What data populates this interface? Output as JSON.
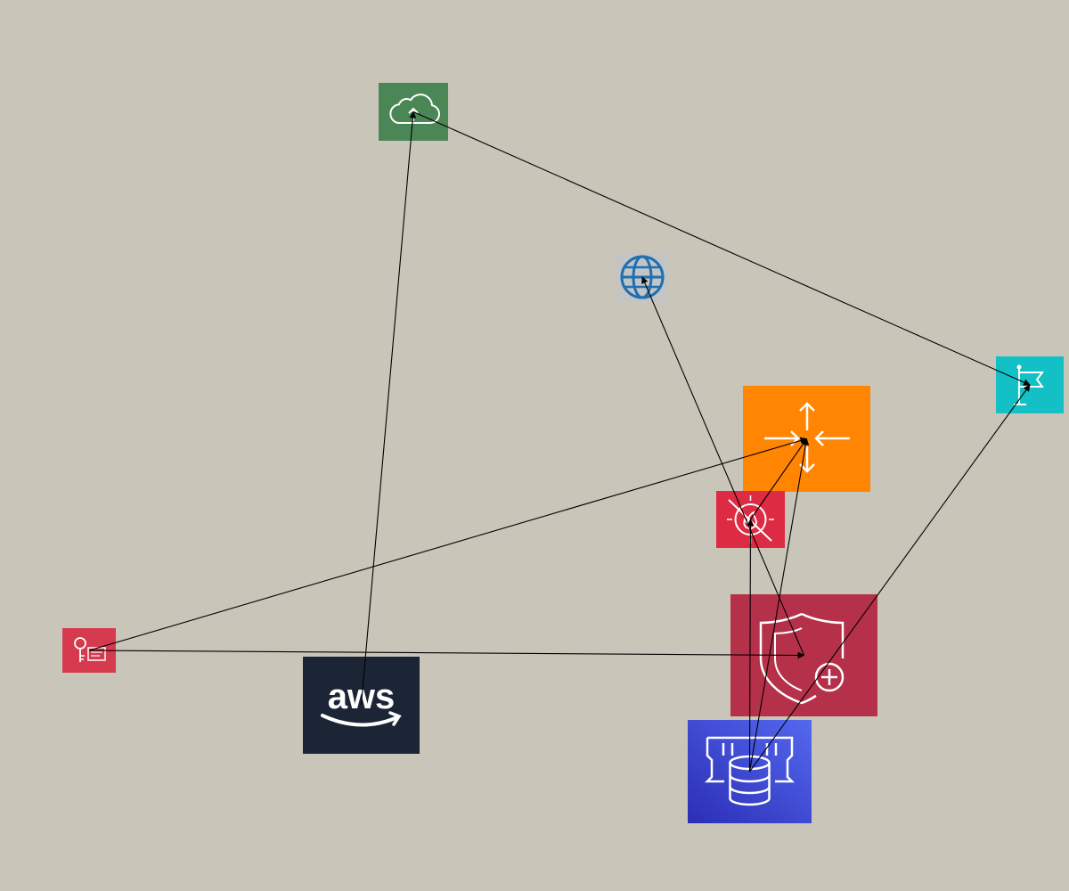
{
  "diagram": {
    "background": "#c9c5b9",
    "edge_color": "#000000",
    "nodes": [
      {
        "id": "cloud",
        "icon": "cloud-upload-icon",
        "color": "#4a8656"
      },
      {
        "id": "globe",
        "icon": "globe-icon",
        "color": "#1f6fb2"
      },
      {
        "id": "flag",
        "icon": "flag-icon",
        "color": "#12c0c5"
      },
      {
        "id": "router",
        "icon": "arrows-converge-icon",
        "color": "#ff8502"
      },
      {
        "id": "firewall",
        "icon": "firewall-flame-icon",
        "color": "#dc2b42"
      },
      {
        "id": "shield",
        "icon": "shield-plus-icon",
        "color": "#b5314a"
      },
      {
        "id": "key",
        "icon": "key-certificate-icon",
        "color": "#d53a4e"
      },
      {
        "id": "aws",
        "icon": "aws-logo-icon",
        "color": "#1b2535",
        "logo_text": "aws"
      },
      {
        "id": "database",
        "icon": "memory-database-icon",
        "color": "#3b48cc"
      }
    ],
    "edges": [
      {
        "from": "aws",
        "to": "cloud"
      },
      {
        "from": "cloud",
        "to": "flag"
      },
      {
        "from": "key",
        "to": "router"
      },
      {
        "from": "key",
        "to": "shield"
      },
      {
        "from": "shield",
        "to": "globe"
      },
      {
        "from": "firewall",
        "to": "router"
      },
      {
        "from": "database",
        "to": "firewall"
      },
      {
        "from": "database",
        "to": "router"
      },
      {
        "from": "database",
        "to": "flag"
      }
    ]
  }
}
